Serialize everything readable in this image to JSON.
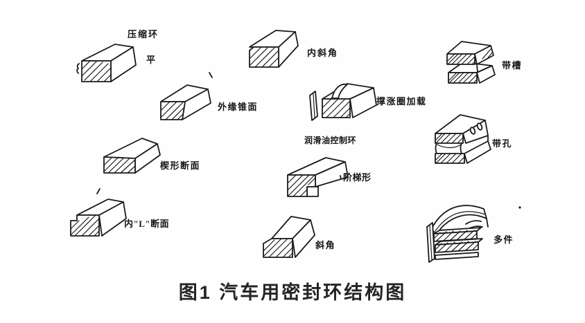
{
  "page": {
    "background": "#fefefe",
    "ink": "#1a1a1a"
  },
  "caption": {
    "text": "图1 汽车用密封环结构图"
  },
  "group_labels": {
    "compression": "压缩环",
    "oil_control": "润滑油控制环"
  },
  "rings": {
    "flat": {
      "label": "平"
    },
    "inner_bevel": {
      "label": "内斜角"
    },
    "grooved": {
      "label": "带槽"
    },
    "outer_taper": {
      "label": "外缘锥面"
    },
    "expander": {
      "label": "撑涨圈加载"
    },
    "wedge": {
      "label": "楔形断面"
    },
    "stepped": {
      "label": "阶梯形"
    },
    "holed": {
      "label": "带孔"
    },
    "inner_l": {
      "label": "内\"L\"断面"
    },
    "bevel": {
      "label": "斜角"
    },
    "multi_piece": {
      "label": "多件"
    }
  }
}
